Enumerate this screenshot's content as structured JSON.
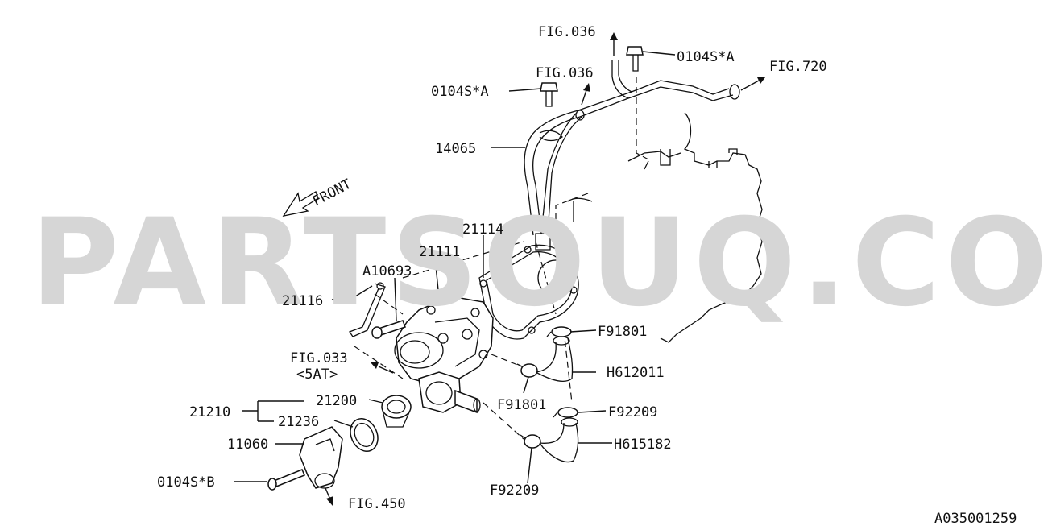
{
  "diagram": {
    "watermark": "PARTSOUQ.COM",
    "diagram_id": "A035001259",
    "front_label": "FRONT",
    "labels": {
      "fig036_top": "FIG.036",
      "fig036_mid": "FIG.036",
      "fig720": "FIG.720",
      "bolt_a_top": "0104S*A",
      "bolt_a_mid": "0104S*A",
      "bolt_b": "0104S*B",
      "p14065": "14065",
      "p21114": "21114",
      "p21111": "21111",
      "pA10693": "A10693",
      "p21116": "21116",
      "fig033": "FIG.033",
      "fig033_sub": "<5AT>",
      "p21210": "21210",
      "p21200": "21200",
      "p21236": "21236",
      "p11060": "11060",
      "fig450": "FIG.450",
      "pF91801_a": "F91801",
      "pF91801_b": "F91801",
      "pH612011": "H612011",
      "pF92209_a": "F92209",
      "pF92209_b": "F92209",
      "pH615182": "H615182"
    }
  }
}
